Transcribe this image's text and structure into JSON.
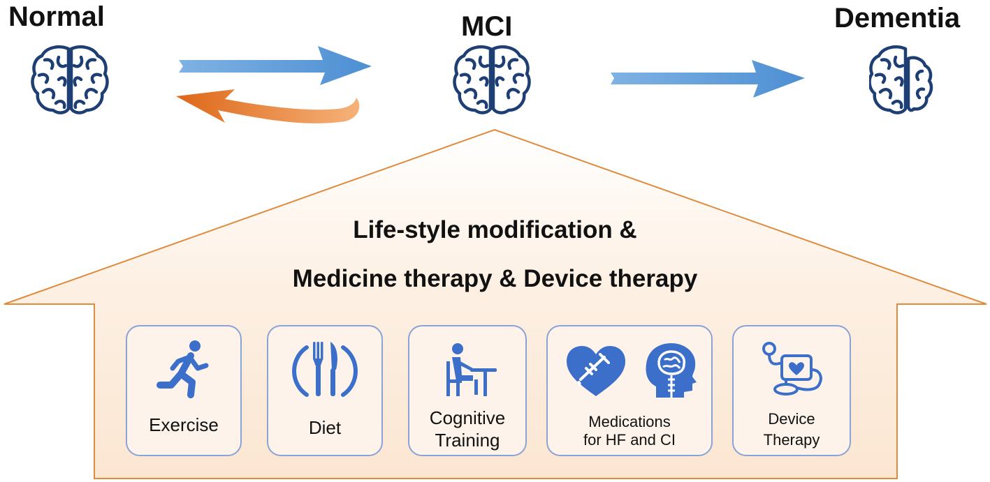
{
  "stages": {
    "normal": "Normal",
    "mci": "MCI",
    "dementia": "Dementia"
  },
  "headline": {
    "line1": "Life-style modification &",
    "line2": "Medicine therapy & Device therapy"
  },
  "interventions": [
    {
      "label": "Exercise",
      "icon": "running-person-icon"
    },
    {
      "label": "Diet",
      "icon": "fork-knife-plate-icon"
    },
    {
      "label_line1": "Cognitive",
      "label_line2": "Training",
      "icon": "person-at-desk-icon"
    },
    {
      "label_line1": "Medications",
      "label_line2": "for HF and CI",
      "icon": "heart-syringe-and-head-brain-icon"
    },
    {
      "label_line1": "Device",
      "label_line2": "Therapy",
      "icon": "heart-monitor-device-icon"
    }
  ],
  "colors": {
    "brain_stroke": "#1e3f73",
    "forward_arrow": "#5b9bd5",
    "reverse_arrow": "#e9782a",
    "house_border": "#e08a3c",
    "house_fill": "#fdf3ea",
    "icon_blue": "#3b6fc9",
    "card_border": "#8aa2d6"
  }
}
